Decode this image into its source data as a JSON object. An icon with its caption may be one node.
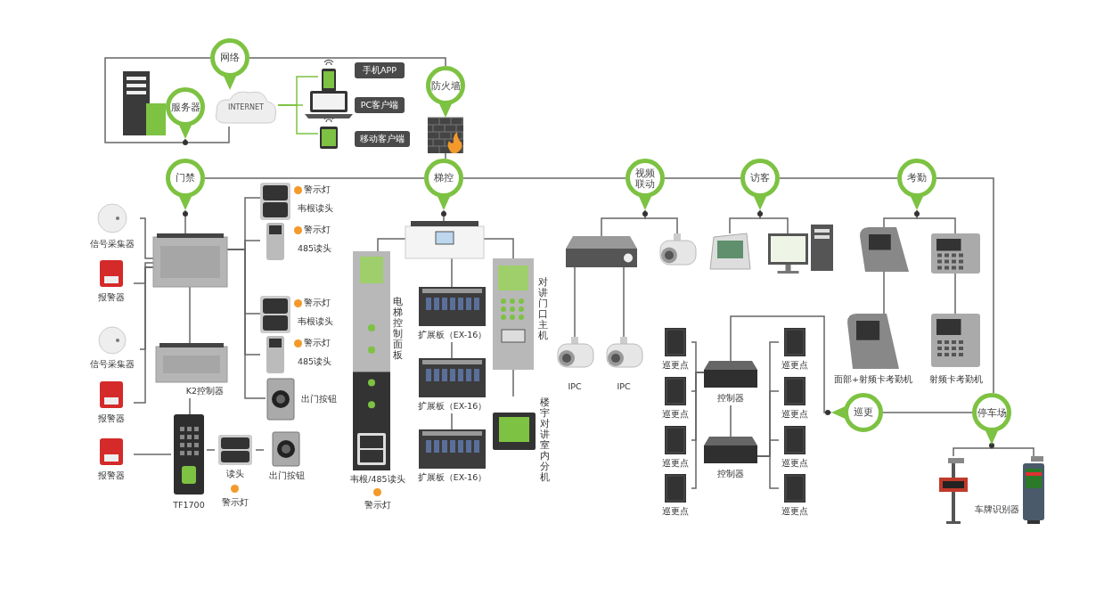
{
  "diagram": {
    "nodes": [
      {
        "text": [
          "网络"
        ]
      },
      {
        "text": [
          "服务器"
        ]
      },
      {
        "text": [
          "INTERNET"
        ]
      },
      {
        "text": [],
        "shape": "picture"
      },
      {
        "text": [],
        "shape": "picture"
      },
      {
        "text": [],
        "shape": "picture"
      },
      {
        "text": [
          "手机APP"
        ]
      },
      {
        "text": [
          "PC客户端"
        ]
      },
      {
        "text": [
          "移动客户端"
        ]
      },
      {
        "text": [
          "防火墙"
        ]
      },
      {
        "text": [],
        "shape": "picture"
      },
      {
        "text": [
          "门禁"
        ]
      },
      {
        "text": [
          "梯控"
        ]
      },
      {
        "text": [
          "视频联动"
        ]
      },
      {
        "text": [
          "访客"
        ]
      },
      {
        "text": [
          "考勤"
        ]
      },
      {
        "text": [
          "巡更"
        ]
      },
      {
        "text": [
          "停车场"
        ]
      },
      {
        "text": [],
        "shape": "picture"
      },
      {
        "text": [
          "信号采集器"
        ]
      },
      {
        "text": [
          "报警器"
        ]
      },
      {
        "text": [
          "信号采集器"
        ]
      },
      {
        "text": [
          "K2控制器"
        ]
      },
      {
        "text": [
          "报警器"
        ]
      },
      {
        "text": [
          "报警器"
        ]
      },
      {
        "text": [
          "警示灯",
          "韦根读头"
        ]
      },
      {
        "text": [
          "警示灯",
          "485读头"
        ]
      },
      {
        "text": [
          "警示灯",
          "韦根读头"
        ]
      },
      {
        "text": [
          "警示灯",
          "485读头"
        ]
      },
      {
        "text": [
          "出门按钮"
        ]
      },
      {
        "text": [
          "TF1700"
        ]
      },
      {
        "text": [
          "读头",
          "警示灯"
        ]
      },
      {
        "text": [
          "出门按钮"
        ]
      },
      {
        "text": [],
        "shape": "picture"
      },
      {
        "text": [
          "电梯控制面板",
          "韦根/485读头",
          "警示灯"
        ]
      },
      {
        "text": [
          "扩展板（EX-16）"
        ]
      },
      {
        "text": [
          "扩展板（EX-16）"
        ]
      },
      {
        "text": [
          "扩展板（EX-16）"
        ]
      },
      {
        "text": [
          "对讲门口主机"
        ]
      },
      {
        "text": [
          "楼宇对讲室内分机"
        ]
      },
      {
        "text": [],
        "shape": "picture"
      },
      {
        "text": [],
        "shape": "picture"
      },
      {
        "text": [
          "IPC"
        ]
      },
      {
        "text": [
          "IPC"
        ]
      },
      {
        "text": [],
        "shape": "picture"
      },
      {
        "text": [],
        "shape": "picture"
      },
      {
        "text": [],
        "shape": "picture"
      },
      {
        "text": [],
        "shape": "picture"
      },
      {
        "text": [],
        "shape": "picture"
      },
      {
        "text": [
          "面部+射频卡考勤机"
        ]
      },
      {
        "text": [
          "射频卡考勤机"
        ]
      },
      {
        "text": [
          "控制器"
        ]
      },
      {
        "text": [
          "控制器"
        ]
      },
      {
        "text": [
          "巡更点"
        ]
      },
      {
        "text": [
          "巡更点"
        ]
      },
      {
        "text": [
          "巡更点"
        ]
      },
      {
        "text": [
          "巡更点"
        ]
      },
      {
        "text": [
          "巡更点"
        ]
      },
      {
        "text": [
          "巡更点"
        ]
      },
      {
        "text": [
          "巡更点"
        ]
      },
      {
        "text": [
          "巡更点"
        ]
      },
      {
        "text": [],
        "shape": "picture"
      },
      {
        "text": [],
        "shape": "picture"
      }
    ],
    "edges": [
      {
        "from": 0,
        "to": 1,
        "arrow": "none"
      },
      {
        "from": 1,
        "to": 2,
        "arrow": "none"
      },
      {
        "from": 2,
        "to": 3,
        "arrow": "none",
        "color": "#7dc242"
      },
      {
        "from": 2,
        "to": 4,
        "arrow": "none",
        "color": "#7dc242"
      },
      {
        "from": 2,
        "to": 5,
        "arrow": "none",
        "color": "#7dc242"
      },
      {
        "from": 0,
        "to": 9,
        "arrow": "none"
      },
      {
        "from": 10,
        "to": 12,
        "arrow": "none"
      },
      {
        "from": 11,
        "to": 12,
        "arrow": "none"
      },
      {
        "from": 12,
        "to": 13,
        "arrow": "none"
      },
      {
        "from": 13,
        "to": 14,
        "arrow": "none"
      },
      {
        "from": 14,
        "to": 15,
        "arrow": "none"
      },
      {
        "from": 15,
        "to": 17,
        "arrow": "none"
      },
      {
        "from": 16,
        "to": 17,
        "arrow": "none"
      },
      {
        "from": 11,
        "to": 18,
        "arrow": "none"
      },
      {
        "from": 18,
        "to": 19,
        "arrow": "none"
      },
      {
        "from": 18,
        "to": 20,
        "arrow": "none"
      },
      {
        "from": 18,
        "to": 21,
        "arrow": "none"
      },
      {
        "from": 18,
        "to": 23,
        "arrow": "none"
      },
      {
        "from": 18,
        "to": 25,
        "arrow": "none"
      },
      {
        "from": 18,
        "to": 26,
        "arrow": "none"
      },
      {
        "from": 18,
        "to": 27,
        "arrow": "none"
      },
      {
        "from": 18,
        "to": 28,
        "arrow": "none"
      },
      {
        "from": 18,
        "to": 29,
        "arrow": "none"
      },
      {
        "from": 18,
        "to": 22,
        "arrow": "none"
      },
      {
        "from": 22,
        "to": 30,
        "arrow": "none"
      },
      {
        "from": 30,
        "to": 24,
        "arrow": "none"
      },
      {
        "from": 30,
        "to": 31,
        "arrow": "none"
      },
      {
        "from": 31,
        "to": 32,
        "arrow": "none"
      },
      {
        "from": 12,
        "to": 33,
        "arrow": "none"
      },
      {
        "from": 33,
        "to": 34,
        "arrow": "none"
      },
      {
        "from": 33,
        "to": 35,
        "arrow": "none"
      },
      {
        "from": 35,
        "to": 36,
        "arrow": "none"
      },
      {
        "from": 36,
        "to": 37,
        "arrow": "none"
      },
      {
        "from": 33,
        "to": 38,
        "arrow": "none"
      },
      {
        "from": 38,
        "to": 39,
        "arrow": "none"
      },
      {
        "from": 13,
        "to": 40,
        "arrow": "none"
      },
      {
        "from": 13,
        "to": 41,
        "arrow": "none"
      },
      {
        "from": 40,
        "to": 42,
        "arrow": "none"
      },
      {
        "from": 40,
        "to": 43,
        "arrow": "none"
      },
      {
        "from": 14,
        "to": 44,
        "arrow": "none"
      },
      {
        "from": 14,
        "to": 45,
        "arrow": "none"
      },
      {
        "from": 15,
        "to": 47,
        "arrow": "none"
      },
      {
        "from": 15,
        "to": 48,
        "arrow": "none"
      },
      {
        "from": 47,
        "to": 49,
        "arrow": "none"
      },
      {
        "from": 48,
        "to": 50,
        "arrow": "none"
      },
      {
        "from": 16,
        "to": 51,
        "arrow": "none"
      },
      {
        "from": 51,
        "to": 52,
        "arrow": "none"
      },
      {
        "from": 51,
        "to": 53,
        "arrow": "none"
      },
      {
        "from": 51,
        "to": 54,
        "arrow": "none"
      },
      {
        "from": 51,
        "to": 55,
        "arrow": "none"
      },
      {
        "from": 51,
        "to": 56,
        "arrow": "none"
      },
      {
        "from": 52,
        "to": 57,
        "arrow": "none"
      },
      {
        "from": 52,
        "to": 58,
        "arrow": "none"
      },
      {
        "from": 52,
        "to": 59,
        "arrow": "none"
      },
      {
        "from": 52,
        "to": 60,
        "arrow": "none"
      },
      {
        "from": 17,
        "to": 61,
        "arrow": "none"
      },
      {
        "from": 17,
        "to": 62,
        "arrow": "none"
      }
    ],
    "labels": [
      "车牌识别器"
    ]
  }
}
